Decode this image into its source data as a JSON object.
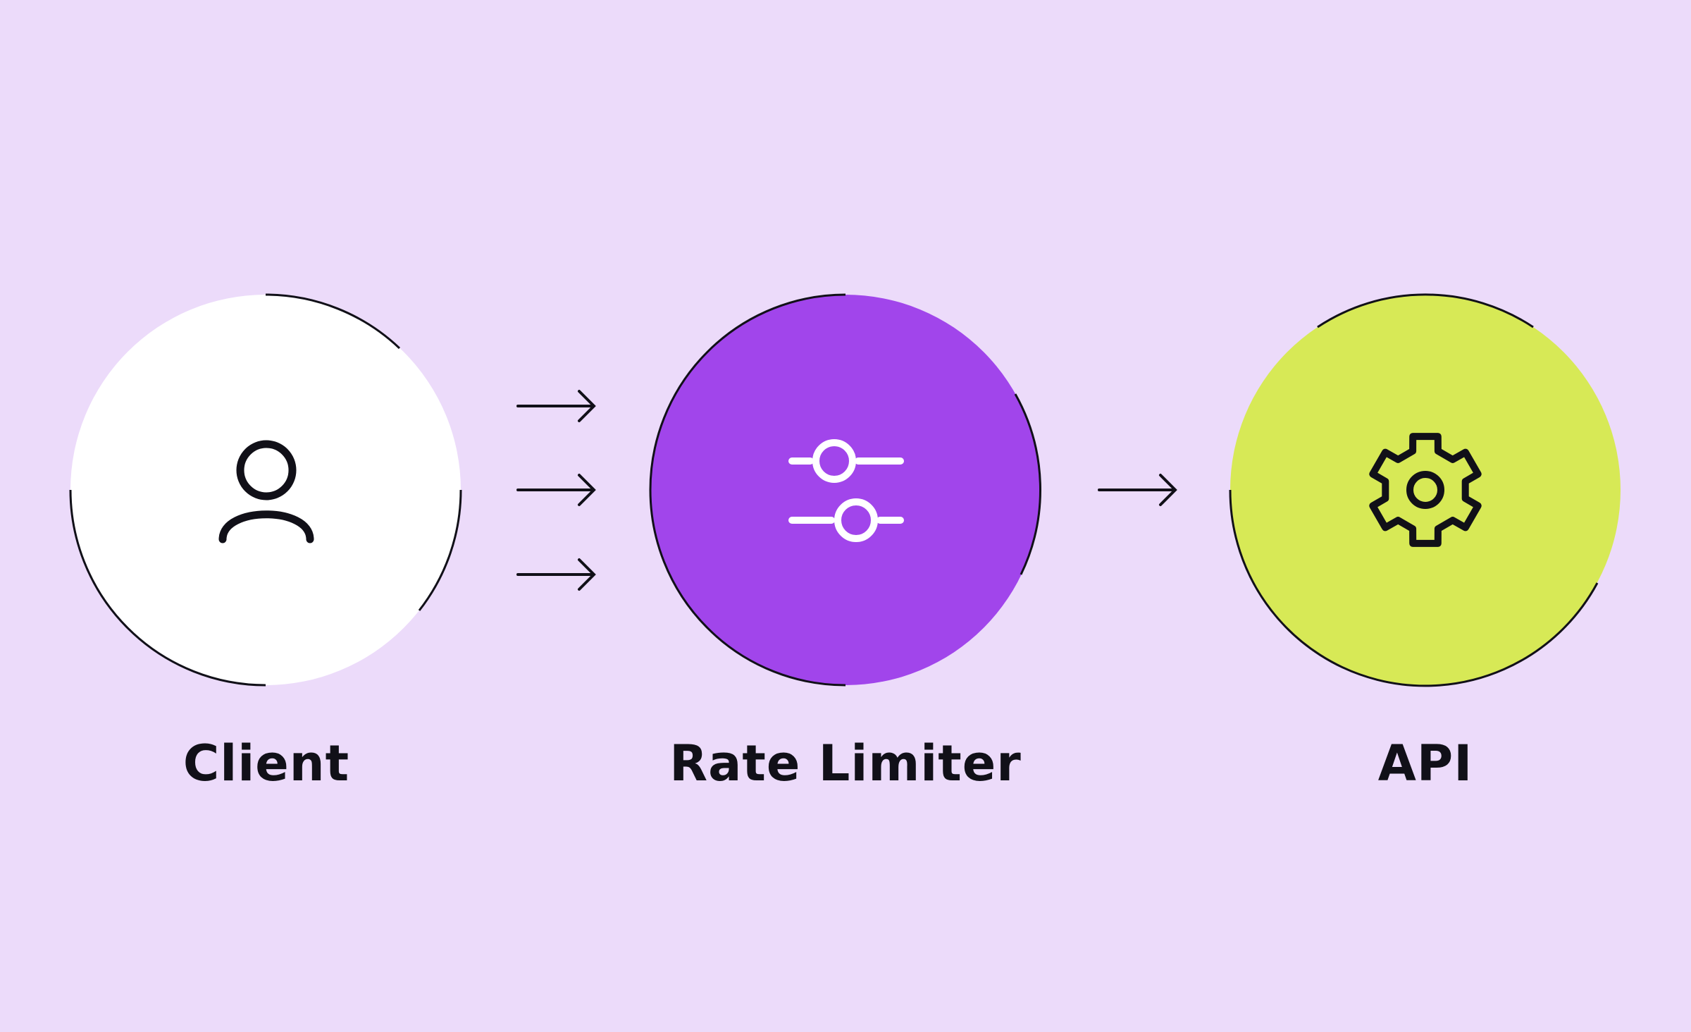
{
  "colors": {
    "background": "#ECDBFA",
    "client_fill": "#FFFFFF",
    "rate_limiter_fill": "#A145EB",
    "api_fill": "#D7E956",
    "stroke": "#111018",
    "limiter_icon": "#FFFFFF"
  },
  "nodes": {
    "client": {
      "label": "Client",
      "icon": "user-icon"
    },
    "rate_limiter": {
      "label": "Rate Limiter",
      "icon": "sliders-icon"
    },
    "api": {
      "label": "API",
      "icon": "gear-icon"
    }
  },
  "edges": [
    {
      "from": "Client",
      "to": "Rate Limiter",
      "arrows": 3
    },
    {
      "from": "Rate Limiter",
      "to": "API",
      "arrows": 1
    }
  ]
}
